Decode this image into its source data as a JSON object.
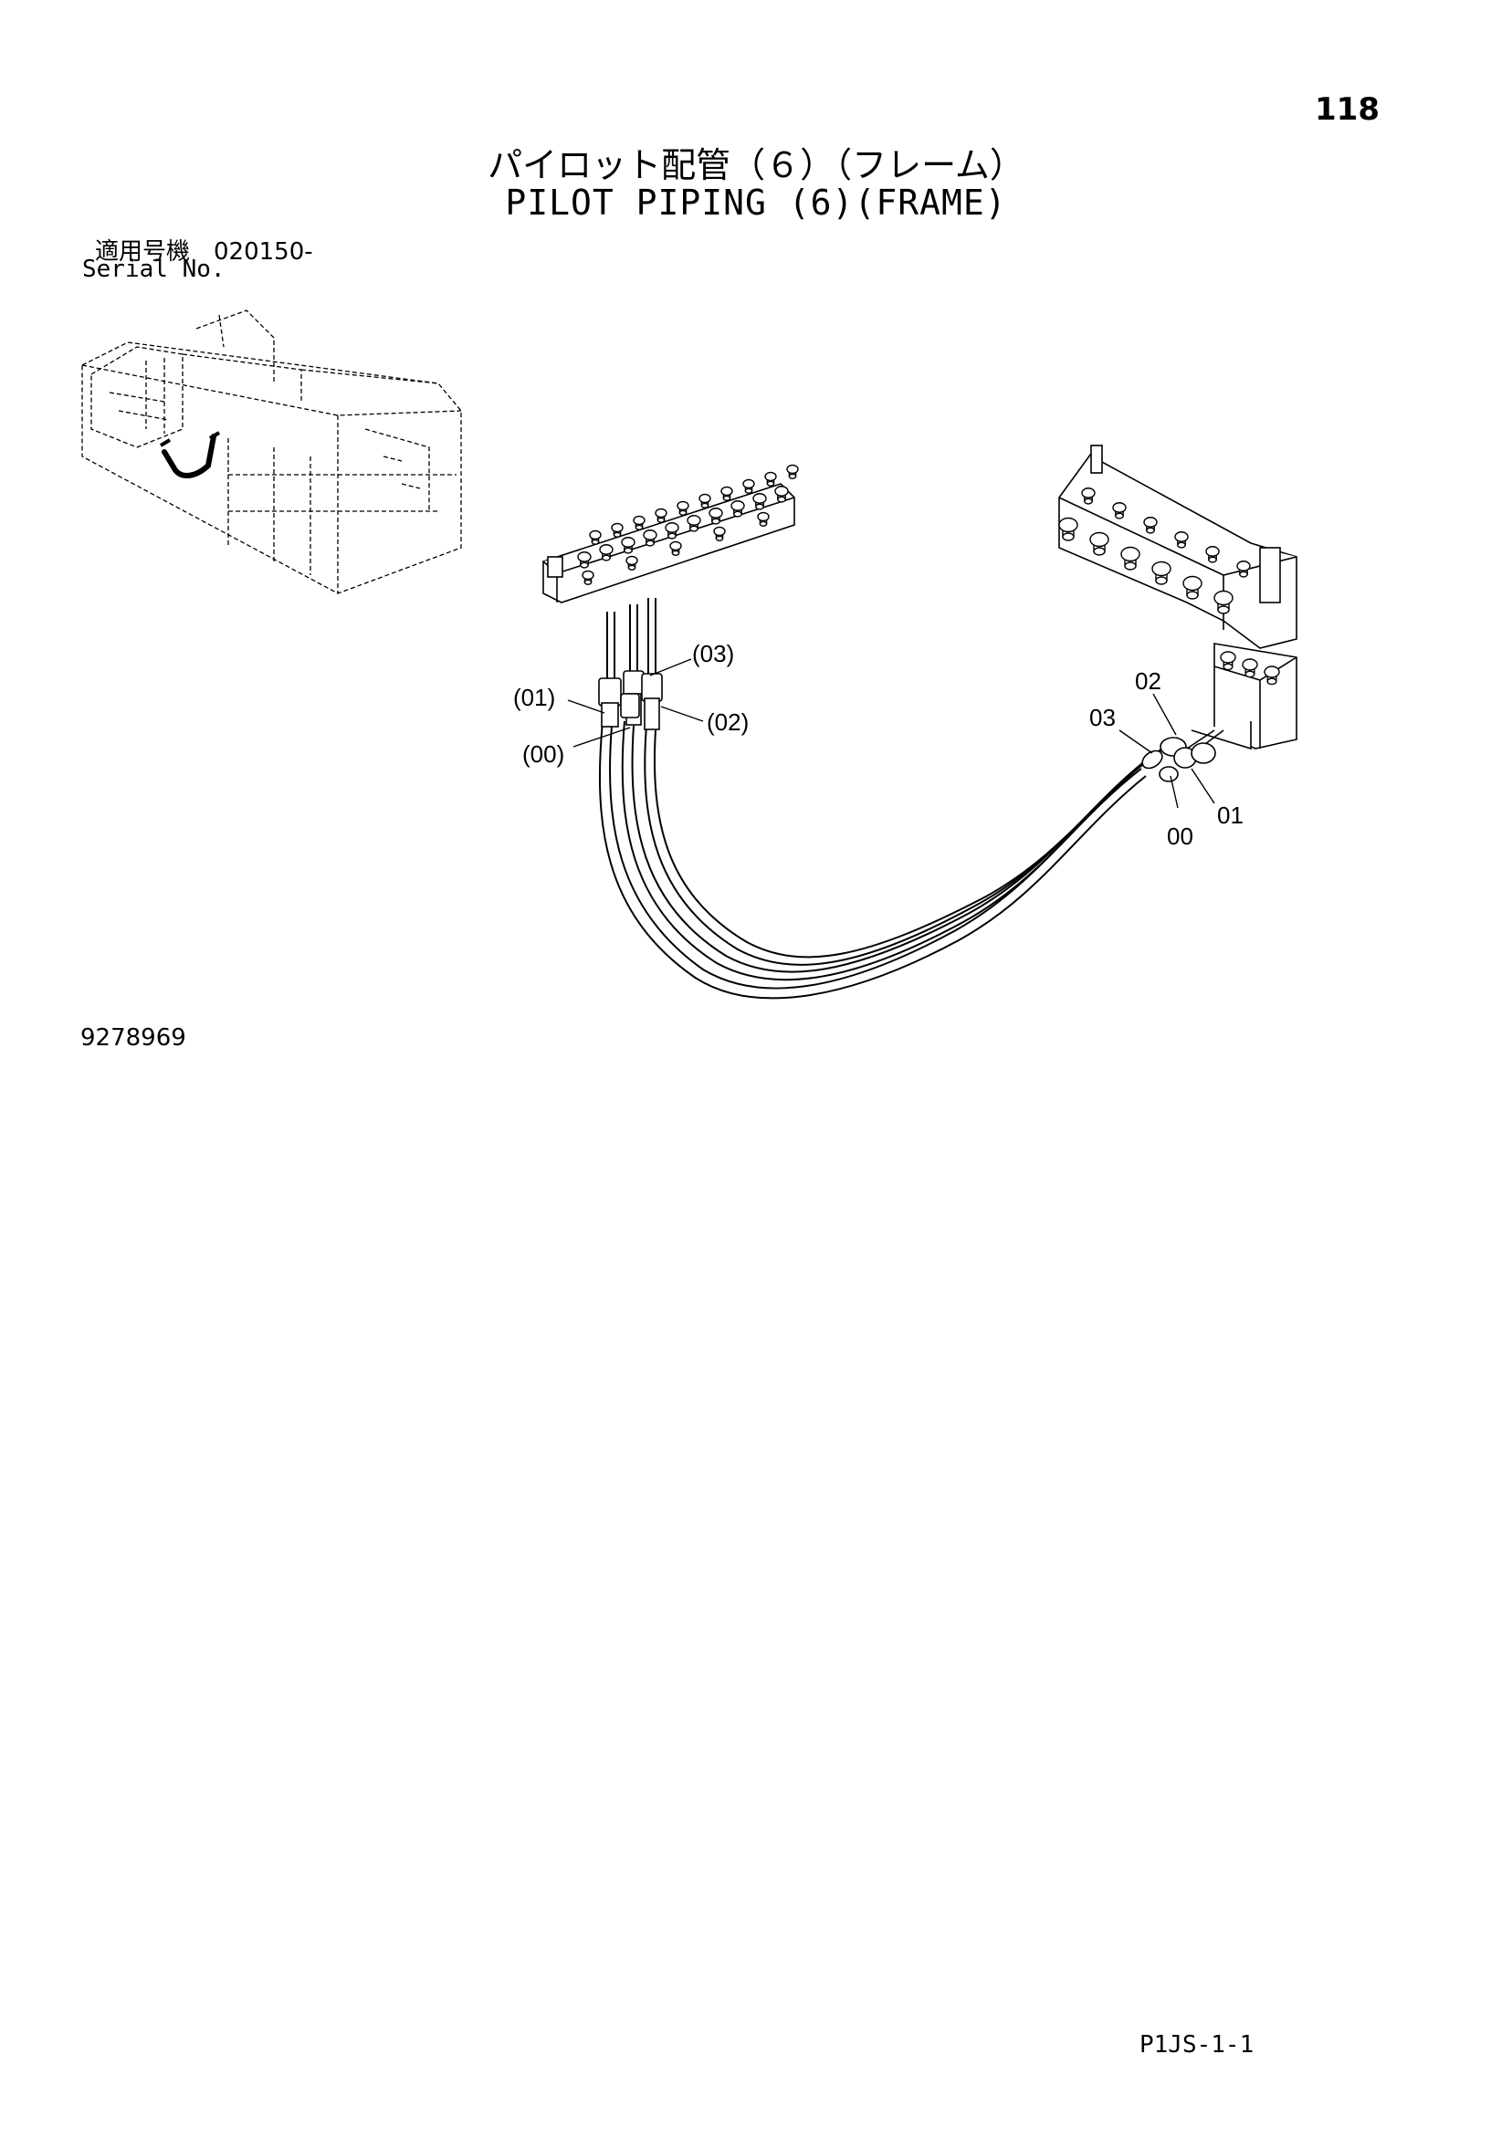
{
  "header": {
    "page_number": "118",
    "title_jp": "パイロット配管（６）（フレーム）",
    "title_en": "PILOT PIPING (6)(FRAME)",
    "serial_jp": "適用号機　020150-",
    "serial_en": "Serial No."
  },
  "drawing": {
    "drawing_number": "9278969",
    "left_callouts": [
      "(01)",
      "(00)",
      "(03)",
      "(02)"
    ],
    "right_callouts": [
      "02",
      "03",
      "00",
      "01"
    ]
  },
  "footer": {
    "page_code": "P1JS-1-1"
  }
}
